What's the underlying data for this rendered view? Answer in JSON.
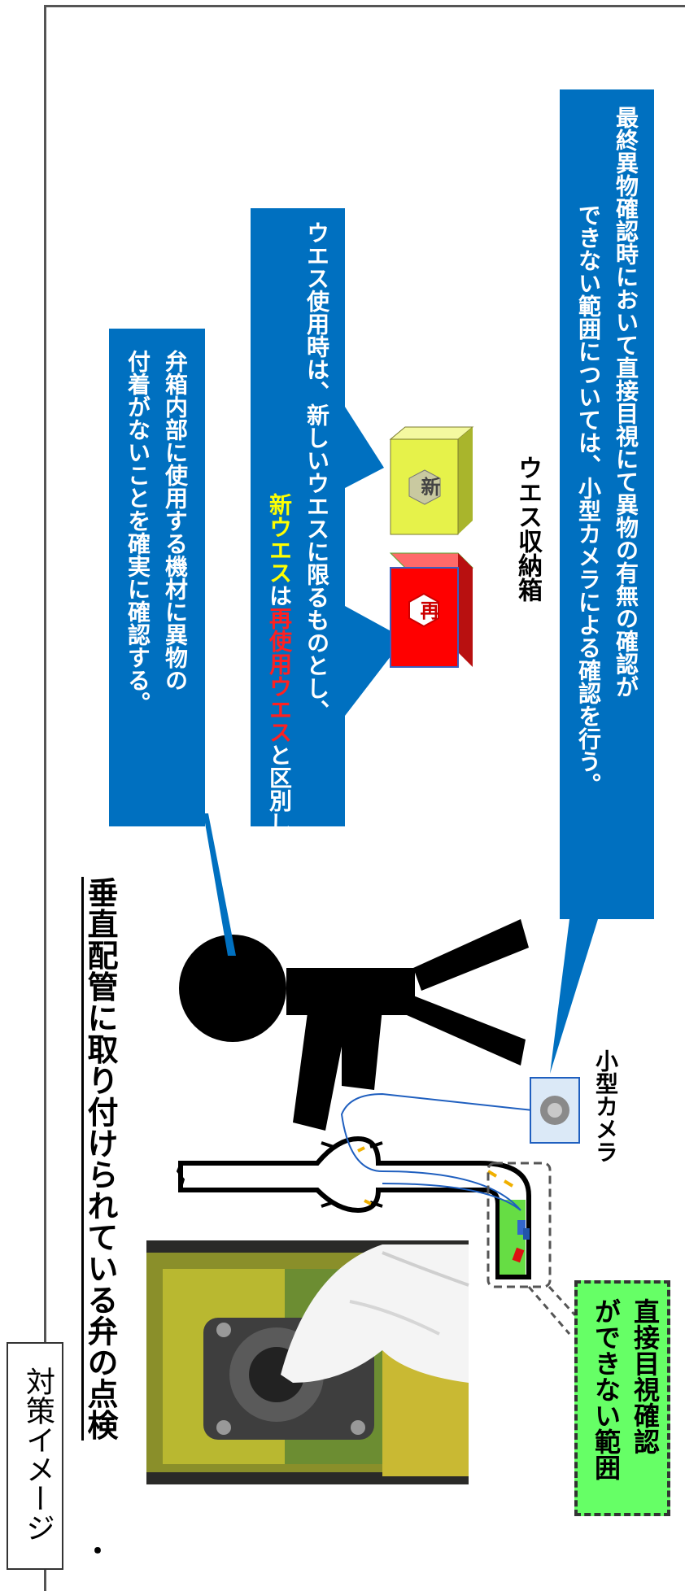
{
  "page": {
    "section_label": "対策イメージ",
    "bullet": "・",
    "heading": "垂直配管に取り付けられている弁の点検"
  },
  "callouts": {
    "valve_inspection": {
      "lines": [
        "弁箱内部に使用する機材に異物の",
        "付着がないことを確実に確認する。"
      ]
    },
    "rag_usage": {
      "line1": "ウエス使用時は、新しいウエスに限るものとし、",
      "line2_new": "新ウエス",
      "line2_mid": "は",
      "line2_reused": "再使用ウエス",
      "line2_end": "と区別して管理する。"
    },
    "final_check": {
      "lines": [
        "最終異物確認時において直接目視にて異物の有無の確認が",
        "できない範囲については、小型カメラによる確認を行う。"
      ]
    },
    "blind_zone": {
      "lines": [
        "直接目視確認",
        "ができない範囲"
      ]
    }
  },
  "labels": {
    "rag_box": "ウエス収納箱",
    "camera": "小型カメラ",
    "box_new_mark": "新",
    "box_reused_mark": "再"
  },
  "colors": {
    "callout_blue": "#0070c0",
    "zone_green": "#66ff66",
    "box_red": "#ff0000",
    "box_yellow": "#e6f24a",
    "highlight_yellow": "#ffff00",
    "highlight_red": "#ff2020"
  }
}
